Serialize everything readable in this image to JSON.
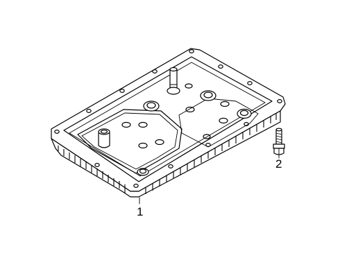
{
  "diagram": {
    "callouts": [
      {
        "id": "1",
        "label": "1",
        "part": "transmission-oil-pan"
      },
      {
        "id": "2",
        "label": "2",
        "part": "pan-bolt"
      }
    ],
    "colors": {
      "line": "#000000",
      "background": "#ffffff"
    }
  }
}
